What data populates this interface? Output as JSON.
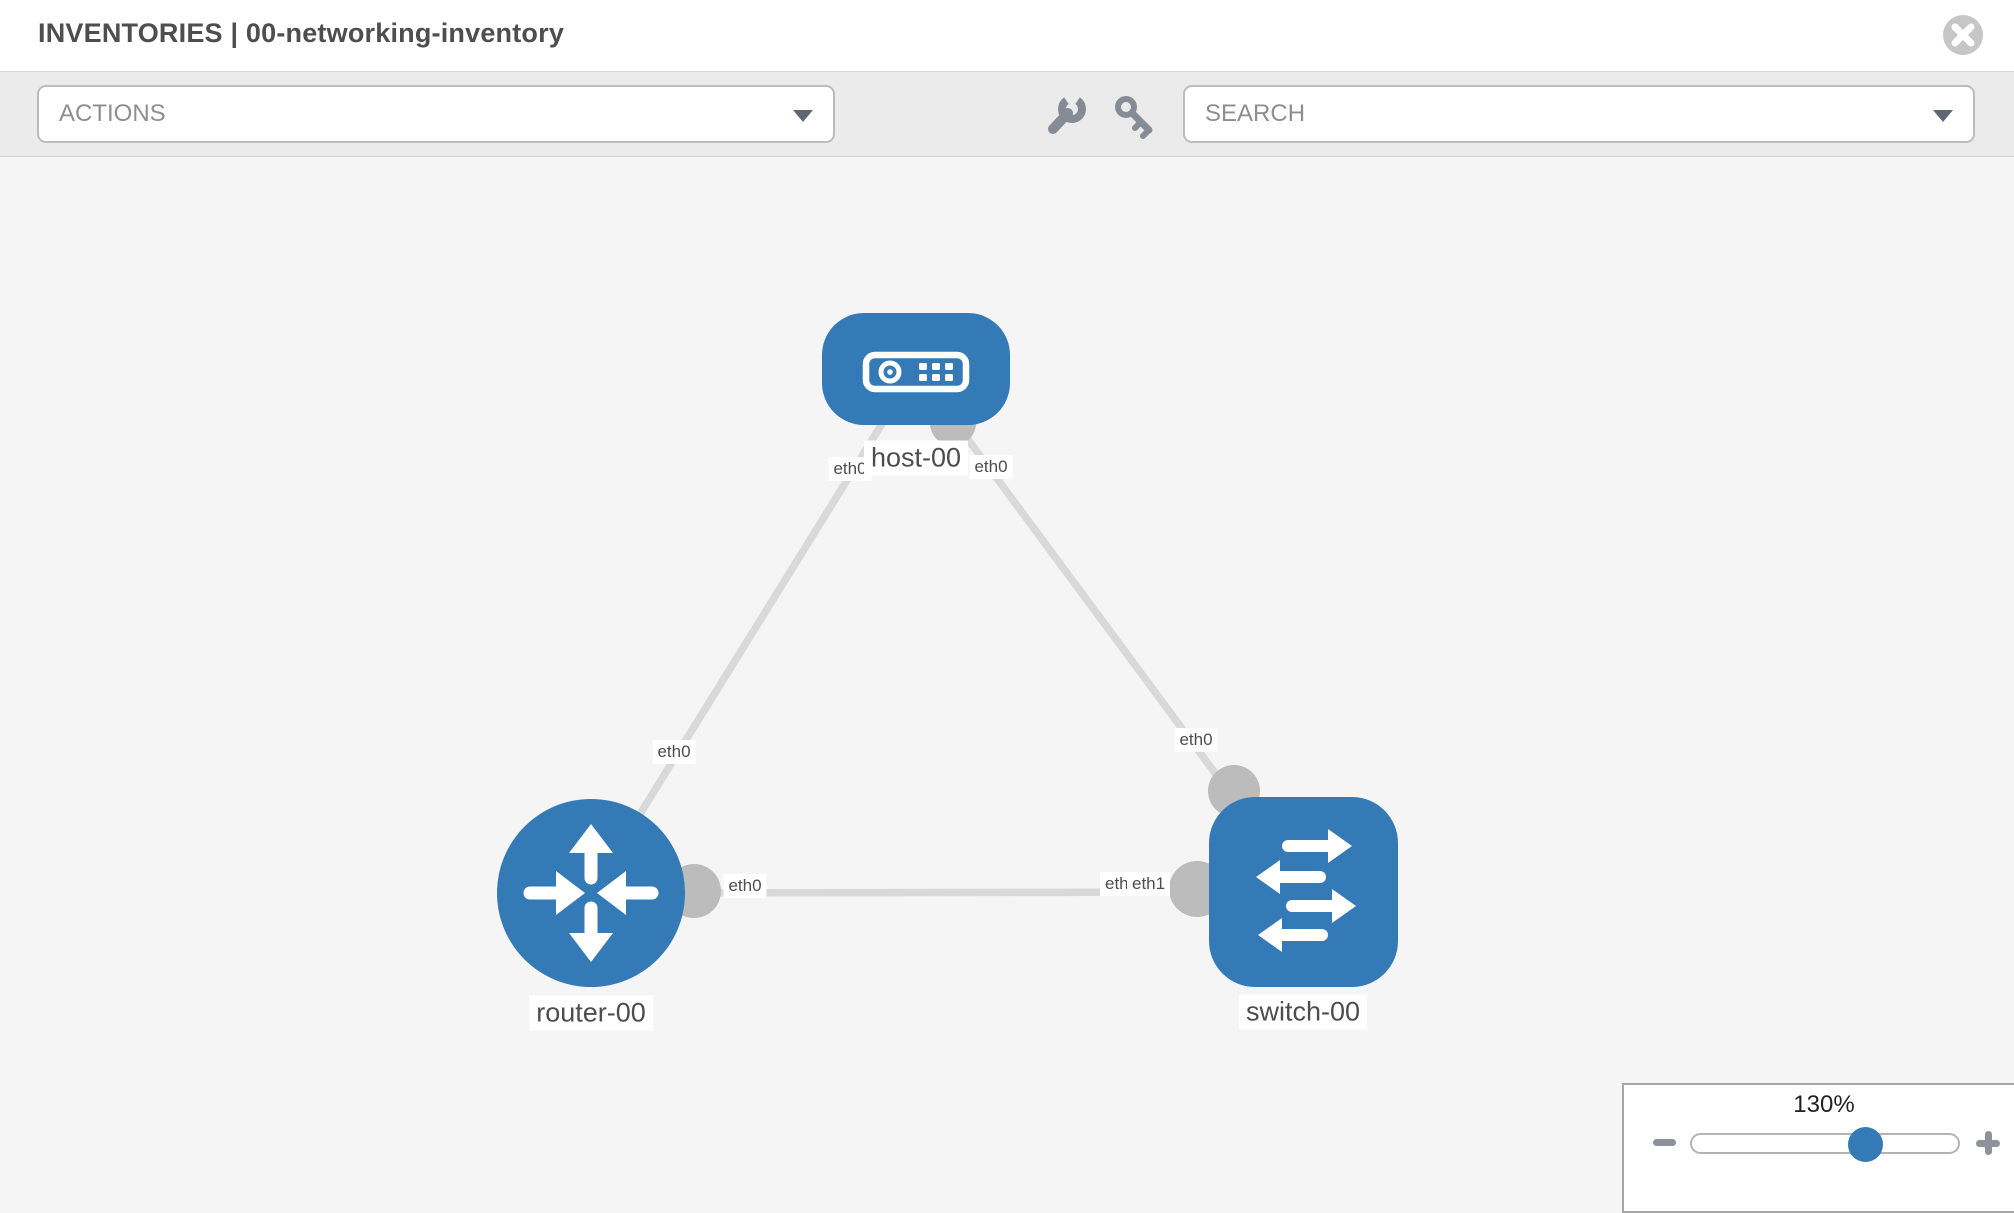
{
  "header": {
    "title": "INVENTORIES | 00-networking-inventory"
  },
  "toolbar": {
    "actions_label": "ACTIONS",
    "search_label": "SEARCH",
    "icons": [
      "wrench-icon",
      "key-icon"
    ]
  },
  "icons": {
    "close-icon": "circled-x",
    "wrench-icon": "wrench",
    "key-icon": "key",
    "caret-down-icon": "triangle-down",
    "zoom-out-icon": "minus",
    "zoom-in-icon": "plus"
  },
  "colors": {
    "node_blue": "#337ab7",
    "link_gray": "#d9d9d9",
    "connector_gray": "#bcbcbc",
    "canvas_bg": "#f5f5f5",
    "toolbar_bg": "#ebebeb"
  },
  "diagram": {
    "type": "network-topology",
    "nodes": [
      {
        "id": "host-00",
        "label": "host-00",
        "device_type": "host"
      },
      {
        "id": "router-00",
        "label": "router-00",
        "device_type": "router"
      },
      {
        "id": "switch-00",
        "label": "switch-00",
        "device_type": "switch"
      }
    ],
    "links": [
      {
        "from": "host-00",
        "to": "router-00",
        "from_label": "eth0",
        "to_label": "eth0"
      },
      {
        "from": "host-00",
        "to": "switch-00",
        "from_label": "eth0",
        "to_label": "eth0"
      },
      {
        "from": "router-00",
        "to": "switch-00",
        "from_label": "eth0",
        "to_label": "eth1",
        "extra_label": "eth0"
      }
    ]
  },
  "zoom_control": {
    "level": "130%"
  }
}
